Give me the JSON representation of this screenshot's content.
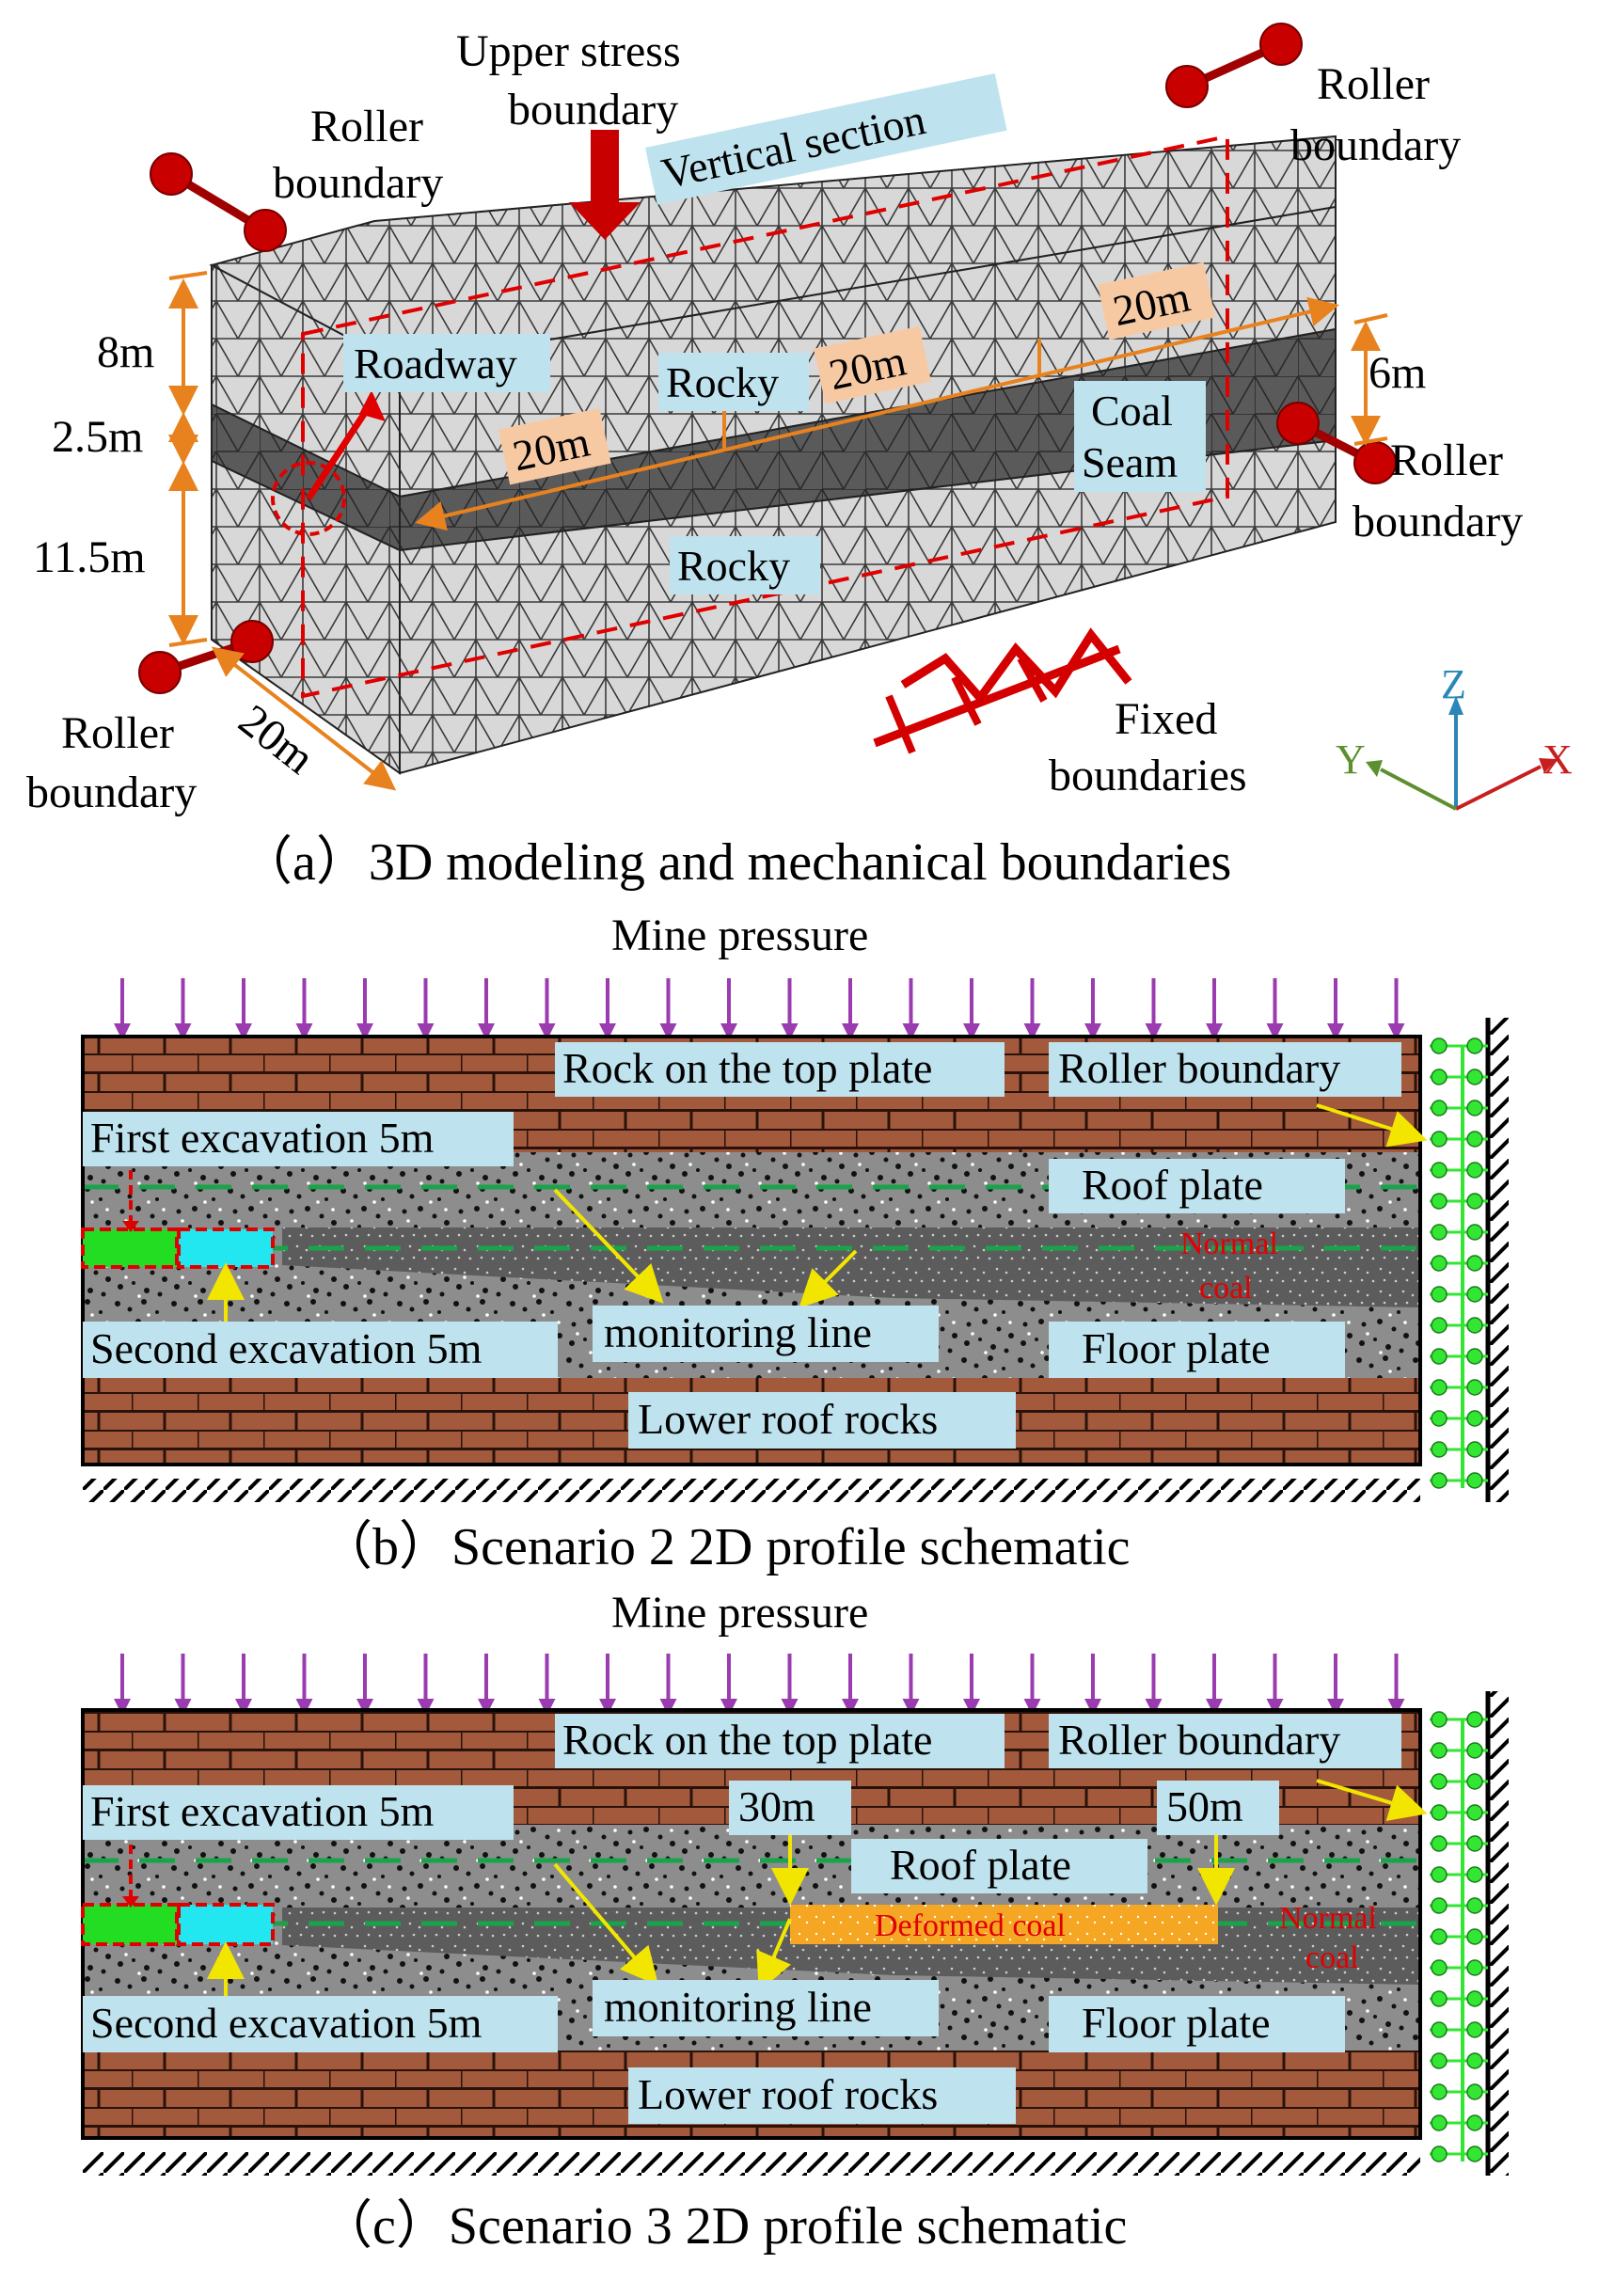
{
  "panel_a": {
    "caption": "（a）3D modeling and mechanical boundaries",
    "upper_stress_1": "Upper stress",
    "upper_stress_2": "boundary",
    "roller_1": "Roller",
    "roller_2": "boundary",
    "vertical_section": "Vertical section",
    "roadway": "Roadway",
    "rocky": "Rocky",
    "coal_1": "Coal",
    "coal_2": "Seam",
    "fixed_1": "Fixed",
    "fixed_2": "boundaries",
    "dims": {
      "h8": "8m",
      "h25": "2.5m",
      "h115": "11.5m",
      "h6": "6m",
      "w20": "20m"
    },
    "axes": {
      "x": "X",
      "y": "Y",
      "z": "Z"
    },
    "colors": {
      "mesh": "#d4d4d4",
      "coal": "#555555",
      "arrow": "#cc0000",
      "dim": "#e8821e",
      "label_bg": "#bfe3ee",
      "dim_bg": "#f7c9a3"
    }
  },
  "panel_b": {
    "caption": "（b）Scenario 2 2D profile schematic",
    "mine_pressure": "Mine pressure",
    "rock_top": "Rock on the top plate",
    "roller": "Roller boundary",
    "first_exc": "First excavation 5m",
    "roof": "Roof plate",
    "normal_1": "Normal",
    "normal_2": "coal",
    "second_exc": "Second excavation 5m",
    "monitoring": "monitoring line",
    "floor": "Floor plate",
    "lower": "Lower roof rocks"
  },
  "panel_c": {
    "caption": "（c）Scenario 3 2D profile schematic",
    "mine_pressure": "Mine pressure",
    "rock_top": "Rock on the top plate",
    "roller": "Roller boundary",
    "first_exc": "First excavation 5m",
    "m30": "30m",
    "m50": "50m",
    "roof": "Roof plate",
    "deformed": "Deformed coal",
    "normal_1": "Normal",
    "normal_2": "coal",
    "second_exc": "Second excavation 5m",
    "monitoring": "monitoring line",
    "floor": "Floor plate",
    "lower": "Lower roof rocks"
  },
  "colors": {
    "brick": "#a35a3c",
    "mortar": "#2a120a",
    "rock_gray": "#8a8a8a",
    "pressure_arrow": "#9b3bb0",
    "roller_green": "#33e633",
    "monitor_green": "#1aa34a",
    "yellow": "#f2e600",
    "deformed": "#f5a623"
  }
}
